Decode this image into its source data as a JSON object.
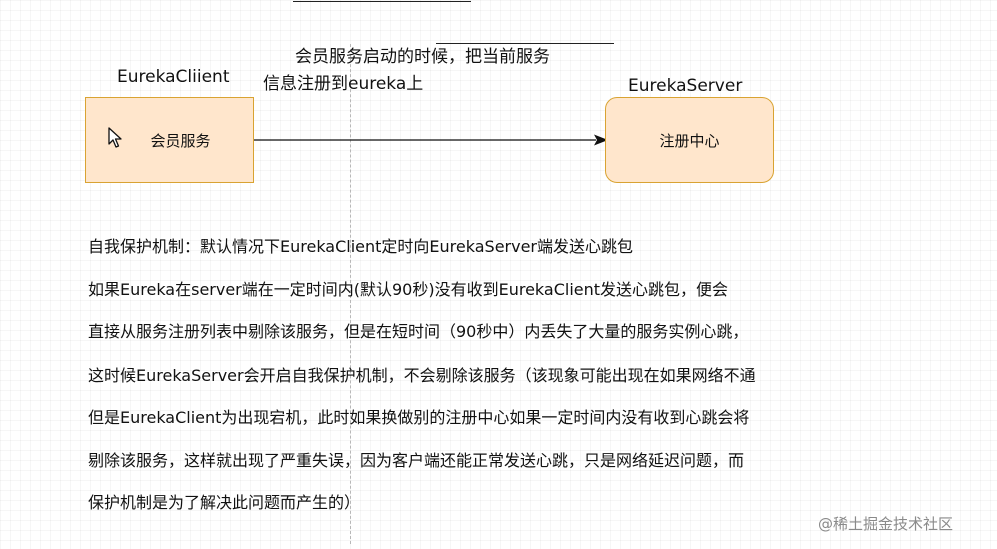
{
  "diagram": {
    "client_title": "EurekaCliient",
    "client_box_label": "会员服务",
    "server_title": "EurekaServer",
    "server_box_label": "注册中心",
    "edge_label_line1": "会员服务启动的时候，把当前服务",
    "edge_label_line2": "信息注册到eureka上"
  },
  "notes": {
    "lines": [
      "自我保护机制：默认情况下EurekaClient定时向EurekaServer端发送心跳包",
      "如果Eureka在server端在一定时间内(默认90秒)没有收到EurekaClient发送心跳包，便会",
      "直接从服务注册列表中剔除该服务，但是在短时间（90秒中）内丢失了大量的服务实例心跳，",
      "这时候EurekaServer会开启自我保护机制，不会剔除该服务（该现象可能出现在如果网络不通",
      "但是EurekaClient为出现宕机，此时如果换做别的注册中心如果一定时间内没有收到心跳会将",
      "剔除该服务，这样就出现了严重失误，因为客户端还能正常发送心跳，只是网络延迟问题，而",
      "保护机制是为了解决此问题而产生的）"
    ]
  },
  "watermark": "@稀土掘金技术社区",
  "colors": {
    "box_fill": "#ffe6cc",
    "box_stroke": "#d9a332"
  }
}
